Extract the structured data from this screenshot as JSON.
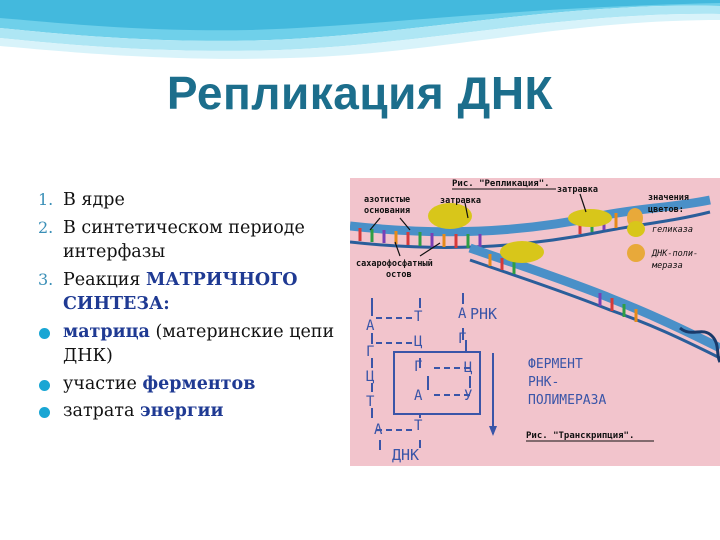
{
  "title": "Репликация ДНК",
  "list": {
    "item1": {
      "num": "1.",
      "text": "В ядре"
    },
    "item2": {
      "num": "2.",
      "text": "В синтетическом периоде интерфазы"
    },
    "item3": {
      "num": "3.",
      "text": "Реакция ",
      "bold": "МАТРИЧНОГО СИНТЕЗА:"
    },
    "bullet1": {
      "bold": "матрица",
      "text": " (материнские цепи ДНК)"
    },
    "bullet2": {
      "text": "участие ",
      "bold": "ферментов"
    },
    "bullet3": {
      "text": "затрата ",
      "bold": "энергии"
    }
  },
  "figure": {
    "caption_top": "Рис. \"Репликация\".",
    "label_bases": [
      "азотистые",
      "основания"
    ],
    "label_primer1": "затравка",
    "label_primer2": "затравка",
    "label_sugar": [
      "сахарофосфатный",
      "остов"
    ],
    "legend_title": [
      "значения",
      "цветов:"
    ],
    "legend_helicase": "геликаза",
    "legend_polymerase": [
      "ДНК-поли-",
      "мераза"
    ],
    "rna_label": "РНК",
    "enzyme_label": [
      "ФЕРМЕНТ",
      "РНК-",
      "ПОЛИМЕРАЗА"
    ],
    "dna_label": "ДНК",
    "caption_bottom": "Рис. \"Транскрипция\".",
    "left_strand": [
      "А",
      "Г",
      "Ц",
      "Т",
      "А"
    ],
    "right_strand": [
      "Т",
      "Ц",
      "Г",
      "А",
      "Т"
    ],
    "rna_strand": [
      "А",
      "Г",
      "Ц",
      "У"
    ]
  },
  "colors": {
    "title": "#1c6e8c",
    "accent": "#1f3a93",
    "figure_bg": "#f2c4cc",
    "helicase": "#d8c61a",
    "polymerase": "#e8a93a"
  }
}
